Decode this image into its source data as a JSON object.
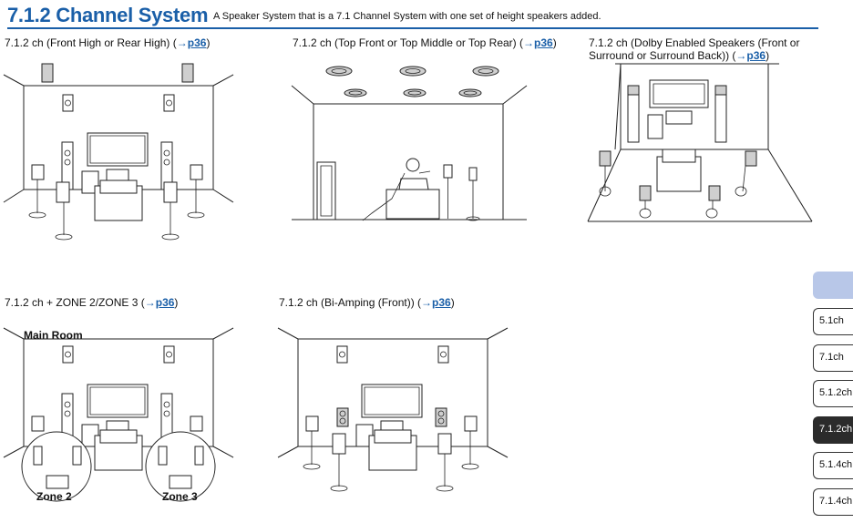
{
  "header": {
    "title": "7.1.2 Channel System",
    "subtitle": "A Speaker System that is a 7.1 Channel System with one set of height speakers added."
  },
  "sections": [
    {
      "caption_prefix": "7.1.2 ch (Front High or Rear High) (",
      "link_arrow": "→",
      "link_text": "p36",
      "caption_suffix": ")"
    },
    {
      "caption_prefix": "7.1.2 ch (Top Front or Top Middle or Top Rear) (",
      "link_arrow": "→",
      "link_text": "p36",
      "caption_suffix": ")"
    },
    {
      "caption_prefix": "7.1.2 ch (Dolby Enabled Speakers (Front or Surround or Surround Back)) (",
      "link_arrow": "→",
      "link_text": "p36",
      "caption_suffix": ")"
    },
    {
      "caption_prefix": "7.1.2 ch + ZONE 2/ZONE 3 (",
      "link_arrow": "→",
      "link_text": "p36",
      "caption_suffix": ")"
    },
    {
      "caption_prefix": "7.1.2 ch (Bi-Amping (Front)) (",
      "link_arrow": "→",
      "link_text": "p36",
      "caption_suffix": ")"
    }
  ],
  "zone_labels": {
    "main_room": "Main Room",
    "zone2": "Zone 2",
    "zone3": "Zone 3"
  },
  "side_tabs": [
    {
      "label": "5.1ch",
      "active": false
    },
    {
      "label": "7.1ch",
      "active": false
    },
    {
      "label": "5.1.2ch",
      "active": false
    },
    {
      "label": "7.1.2ch",
      "active": true
    },
    {
      "label": "5.1.4ch",
      "active": false
    },
    {
      "label": "7.1.4ch",
      "active": false
    }
  ],
  "colors": {
    "accent": "#1a5fa8",
    "tab_active": "#2b2b2b",
    "tab_highlight": "#b8c7e8"
  }
}
